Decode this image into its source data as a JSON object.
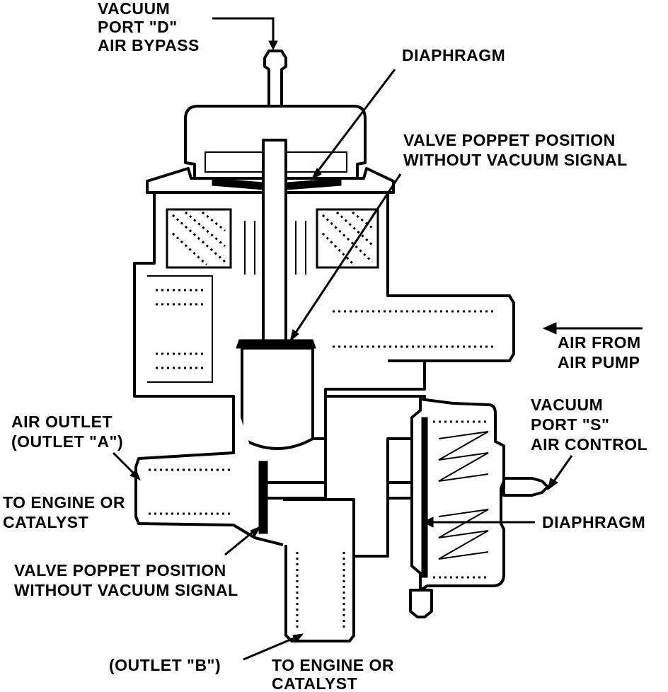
{
  "labels": {
    "vacuum_port_d": [
      "VACUUM",
      "PORT \"D\"",
      "AIR BYPASS"
    ],
    "diaphragm_top": "DIAPHRAGM",
    "valve_poppet_top": [
      "VALVE POPPET POSITION",
      "WITHOUT VACUUM SIGNAL"
    ],
    "air_from_pump": [
      "AIR FROM",
      "AIR PUMP"
    ],
    "vacuum_port_s": [
      "VACUUM",
      "PORT \"S\"",
      "AIR CONTROL"
    ],
    "diaphragm_bottom": "DIAPHRAGM",
    "air_outlet_a": [
      "AIR OUTLET",
      "(OUTLET \"A\")"
    ],
    "to_engine_left": [
      "TO ENGINE OR",
      "CATALYST"
    ],
    "valve_poppet_bottom": [
      "VALVE POPPET POSITION",
      "WITHOUT VACUUM SIGNAL"
    ],
    "outlet_b": "(OUTLET \"B\")",
    "to_engine_bottom": [
      "TO ENGINE OR",
      "CATALYST"
    ]
  },
  "colors": {
    "ink": "#000000",
    "paper": "#ffffff"
  }
}
